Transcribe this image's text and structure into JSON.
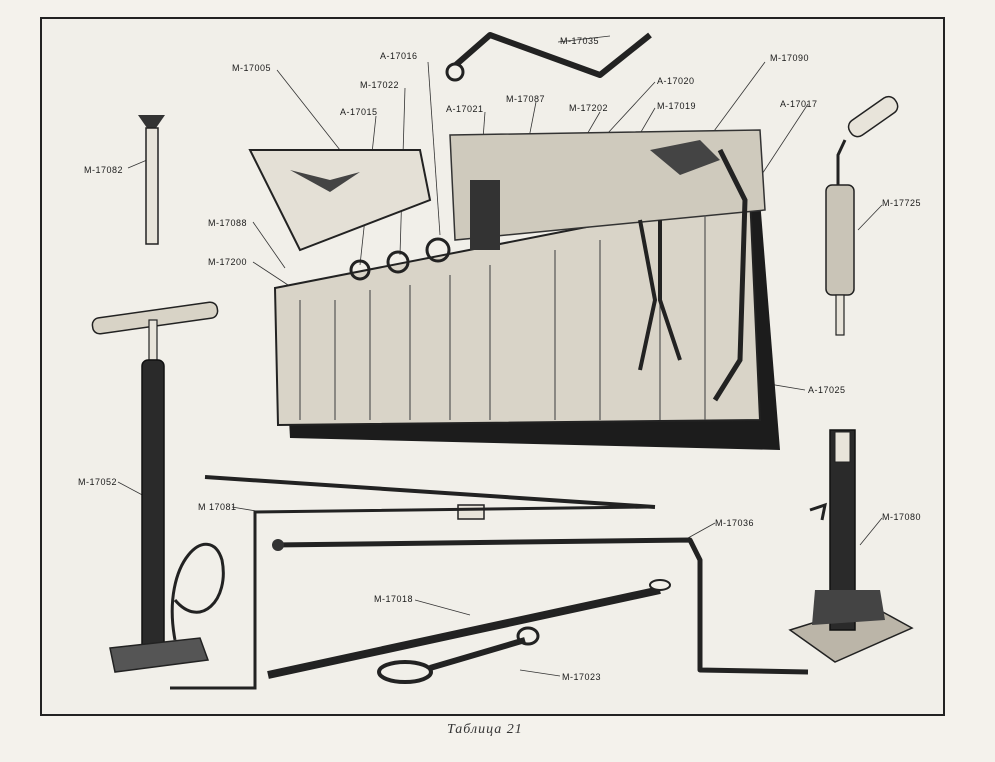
{
  "caption": "Таблица 21",
  "labels": {
    "m17005": "M-17005",
    "a17016": "A-17016",
    "m17035": "M-17035",
    "m17022": "M-17022",
    "a17015": "A-17015",
    "a17021": "A-17021",
    "m17087": "M-17087",
    "m17202": "M-17202",
    "a17020": "A-17020",
    "m17019": "M-17019",
    "m17090": "M-17090",
    "a17017": "A-17017",
    "m17082": "M-17082",
    "m17725": "M-17725",
    "m17088": "M-17088",
    "m17200": "M-17200",
    "a17025": "A-17025",
    "m17052": "M-17052",
    "m17081": "M 17081",
    "m17036": "M-17036",
    "m17080": "M-17080",
    "m17018": "M-17018",
    "m17023": "M-17023"
  }
}
